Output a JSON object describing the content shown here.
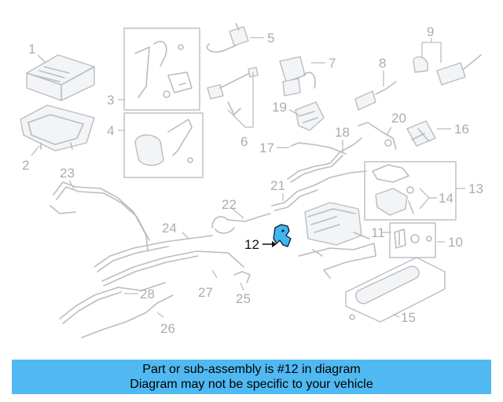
{
  "diagram": {
    "highlighted_part": "12",
    "callouts": [
      "1",
      "2",
      "3",
      "4",
      "5",
      "6",
      "7",
      "8",
      "9",
      "10",
      "11",
      "12",
      "13",
      "14",
      "15",
      "16",
      "17",
      "18",
      "19",
      "20",
      "21",
      "22",
      "23",
      "24",
      "25",
      "26",
      "27",
      "28"
    ]
  },
  "banner": {
    "line1": "Part or sub-assembly is #12 in diagram",
    "line2": "Diagram may not be specific to your vehicle",
    "color": "#50b9f2"
  },
  "colors": {
    "highlight": "#3fb6f0",
    "line_art": "#b9bdc2"
  }
}
